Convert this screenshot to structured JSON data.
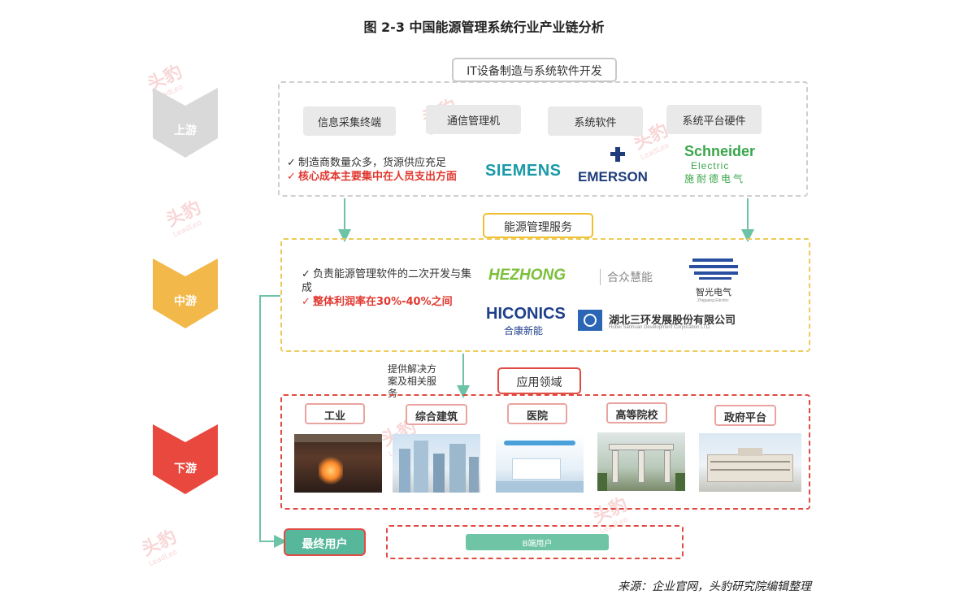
{
  "title": "图 2-3  中国能源管理系统行业产业链分析",
  "watermark": {
    "text": "头豹",
    "sub": "LeadLeo"
  },
  "stages": {
    "upstream": {
      "label": "上游",
      "color": "#d9d9d9"
    },
    "midstream": {
      "label": "中游",
      "color": "#f3b84a"
    },
    "downstream": {
      "label": "下游",
      "color": "#e8483e"
    }
  },
  "upstream": {
    "header": "IT设备制造与系统软件开发",
    "chips": [
      "信息采集终端",
      "通信管理机",
      "系统软件",
      "系统平台硬件"
    ],
    "bullets": [
      {
        "text": "制造商数量众多，货源供应充足",
        "highlight": false
      },
      {
        "text": "核心成本主要集中在人员支出方面",
        "highlight": true
      }
    ],
    "logos": {
      "siemens": "SIEMENS",
      "emerson": "EMERSON",
      "schneider_top": "Schneider",
      "schneider_mid": "Electric",
      "schneider_cn": "施耐德电气"
    }
  },
  "midstream": {
    "header": "能源管理服务",
    "bullets": [
      {
        "text": "负责能源管理软件的二次开发与集成",
        "highlight": false
      },
      {
        "text": "整体利润率在30%-40%之间",
        "highlight": true
      }
    ],
    "logos": {
      "hezhong_en": "HEZHONG",
      "hezhong_cn": "合众慧能",
      "zhiguang_cn": "智光电气",
      "zhiguang_en": "Zhiguang Electric",
      "hiconics_en": "HICONICS",
      "hiconics_cn": "合康新能",
      "sanhuan_cn": "湖北三环发展股份有限公司",
      "sanhuan_en": "Hubei Sanhuan Development Corporation LTD."
    },
    "note": "提供解决方案及相关服务"
  },
  "downstream": {
    "header": "应用领域",
    "domains": [
      "工业",
      "综合建筑",
      "医院",
      "高等院校",
      "政府平台"
    ]
  },
  "final": {
    "label": "最终用户",
    "b_user": "B端用户"
  },
  "source": "来源：企业官网，头豹研究院编辑整理",
  "colors": {
    "green_arrow": "#6cc3a5",
    "red": "#e04a43",
    "yellow": "#f0c030"
  }
}
